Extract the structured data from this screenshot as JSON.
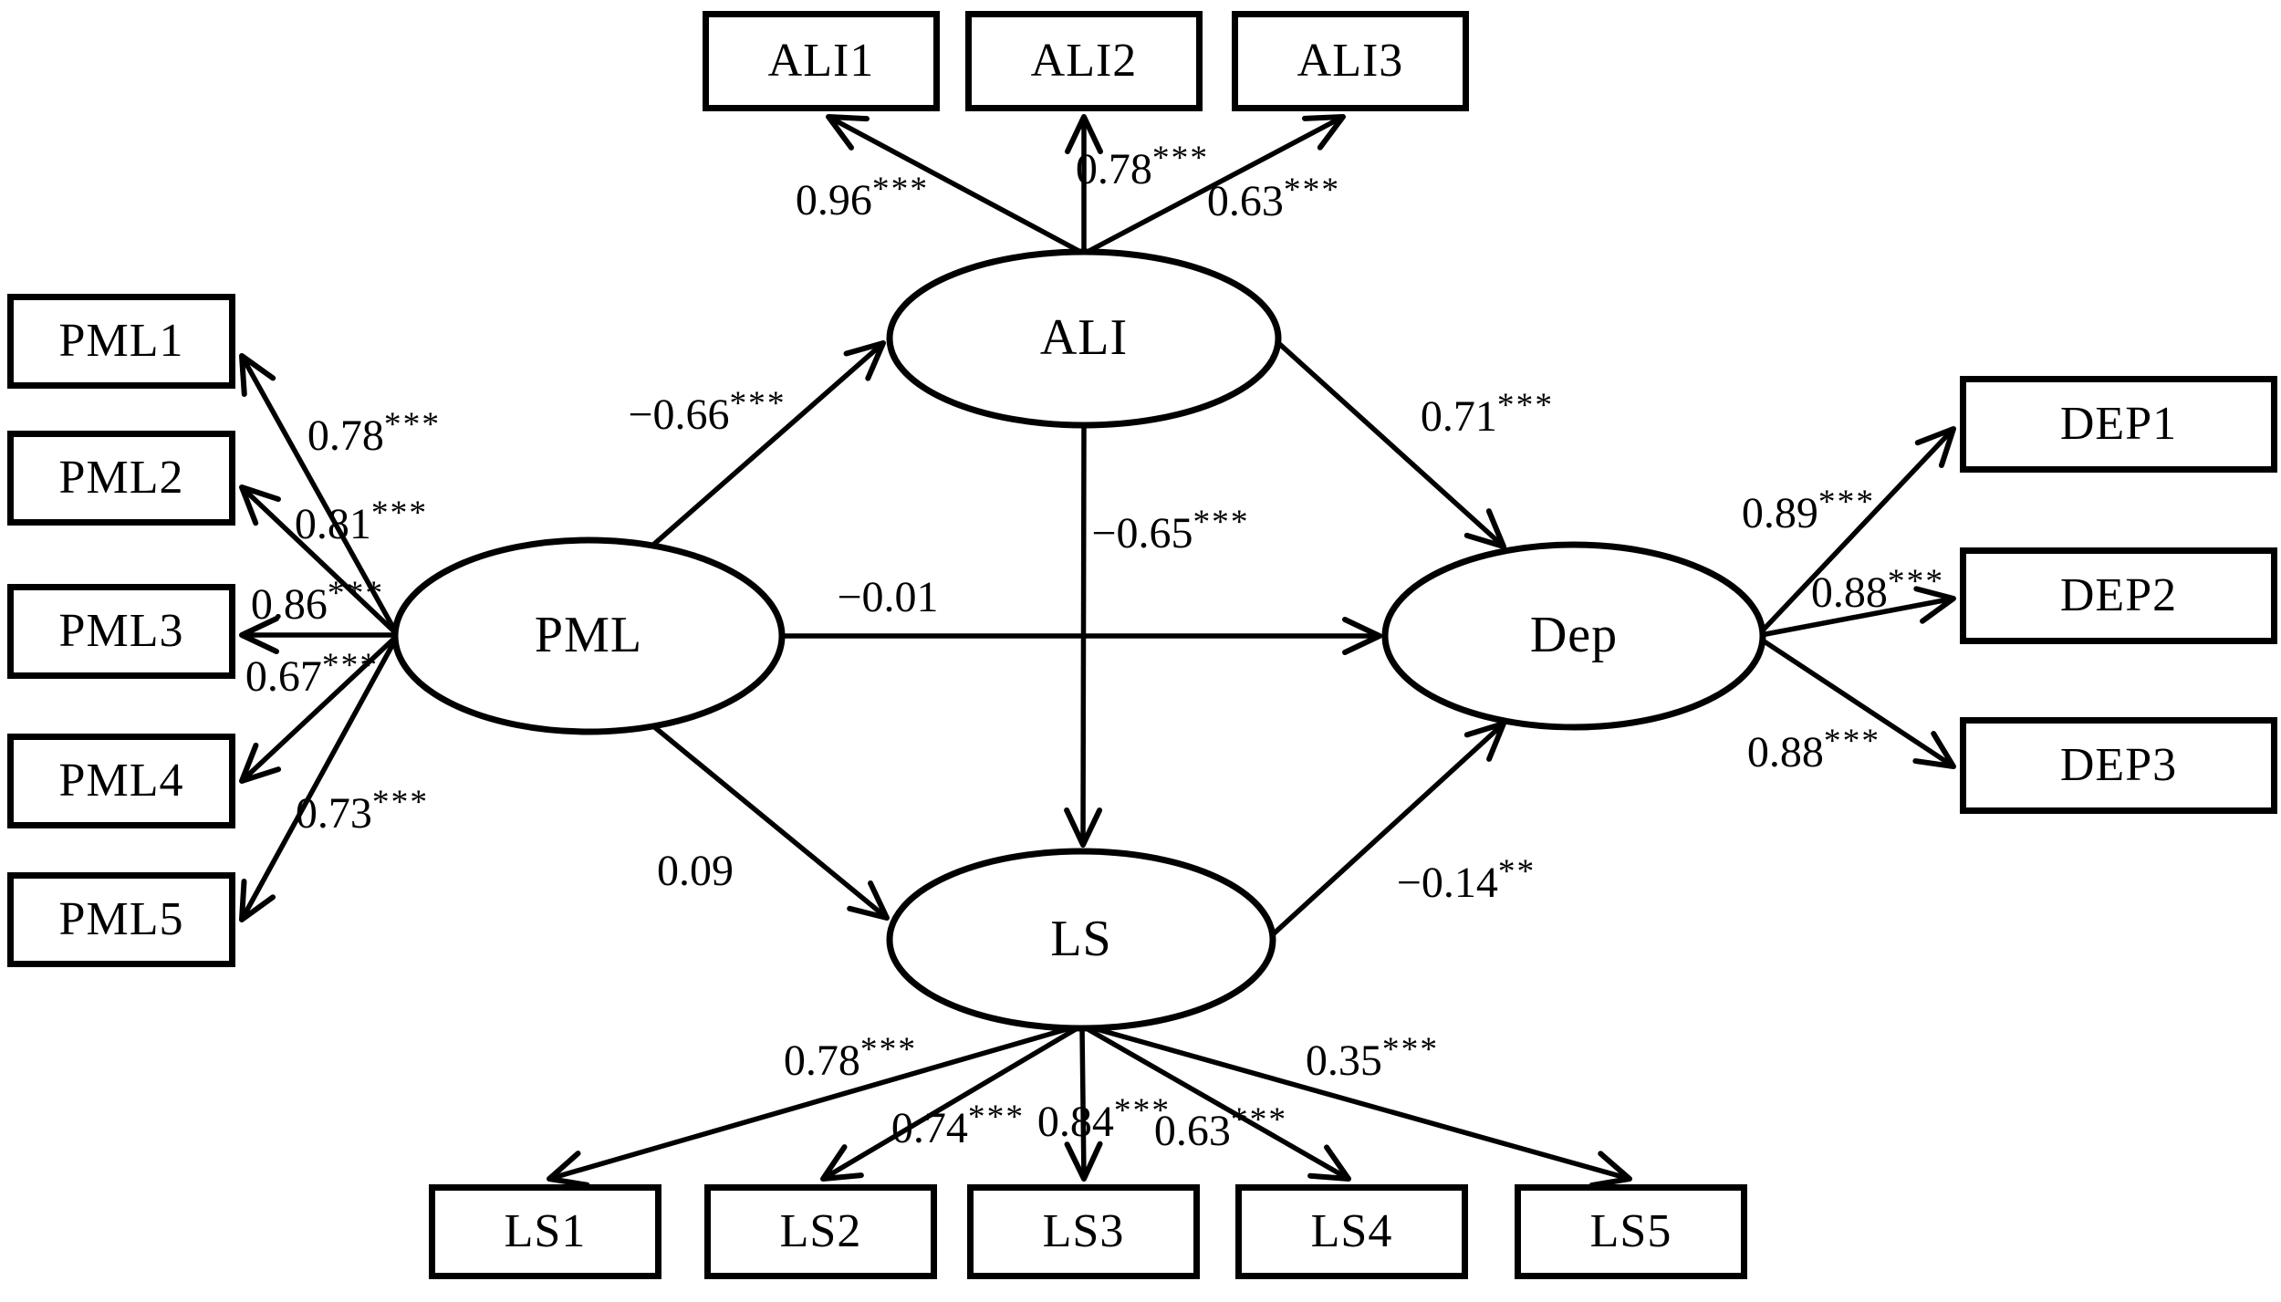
{
  "figure": {
    "type": "structural-equation-model-path-diagram",
    "colors": {
      "ink": "#000000",
      "background": "#ffffff"
    }
  },
  "nodes": {
    "pml": "PML",
    "ali": "ALI",
    "ls": "LS",
    "dep": "Dep",
    "pml1": "PML1",
    "pml2": "PML2",
    "pml3": "PML3",
    "pml4": "PML4",
    "pml5": "PML5",
    "ali1": "ALI1",
    "ali2": "ALI2",
    "ali3": "ALI3",
    "dep1": "DEP1",
    "dep2": "DEP2",
    "dep3": "DEP3",
    "ls1": "LS1",
    "ls2": "LS2",
    "ls3": "LS3",
    "ls4": "LS4",
    "ls5": "LS5"
  },
  "coefficients": {
    "pml_to_ali": {
      "value": "−0.66",
      "stars": "***"
    },
    "pml_to_dep": {
      "value": "−0.01",
      "stars": ""
    },
    "pml_to_ls": {
      "value": "0.09",
      "stars": ""
    },
    "ali_to_dep": {
      "value": "0.71",
      "stars": "***"
    },
    "ali_to_ls": {
      "value": "−0.65",
      "stars": "***"
    },
    "ls_to_dep": {
      "value": "−0.14",
      "stars": "**"
    },
    "loading_pml1": {
      "value": "0.78",
      "stars": "***"
    },
    "loading_pml2": {
      "value": "0.81",
      "stars": "***"
    },
    "loading_pml3": {
      "value": "0.86",
      "stars": "***"
    },
    "loading_pml4": {
      "value": "0.67",
      "stars": "***"
    },
    "loading_pml5": {
      "value": "0.73",
      "stars": "***"
    },
    "loading_ali1": {
      "value": "0.96",
      "stars": "***"
    },
    "loading_ali2": {
      "value": "0.78",
      "stars": "***"
    },
    "loading_ali3": {
      "value": "0.63",
      "stars": "***"
    },
    "loading_dep1": {
      "value": "0.89",
      "stars": "***"
    },
    "loading_dep2": {
      "value": "0.88",
      "stars": "***"
    },
    "loading_dep3": {
      "value": "0.88",
      "stars": "***"
    },
    "loading_ls1": {
      "value": "0.78",
      "stars": "***"
    },
    "loading_ls2": {
      "value": "0.74",
      "stars": "***"
    },
    "loading_ls3": {
      "value": "0.84",
      "stars": "***"
    },
    "loading_ls4": {
      "value": "0.63",
      "stars": "***"
    },
    "loading_ls5": {
      "value": "0.35",
      "stars": "***"
    }
  }
}
